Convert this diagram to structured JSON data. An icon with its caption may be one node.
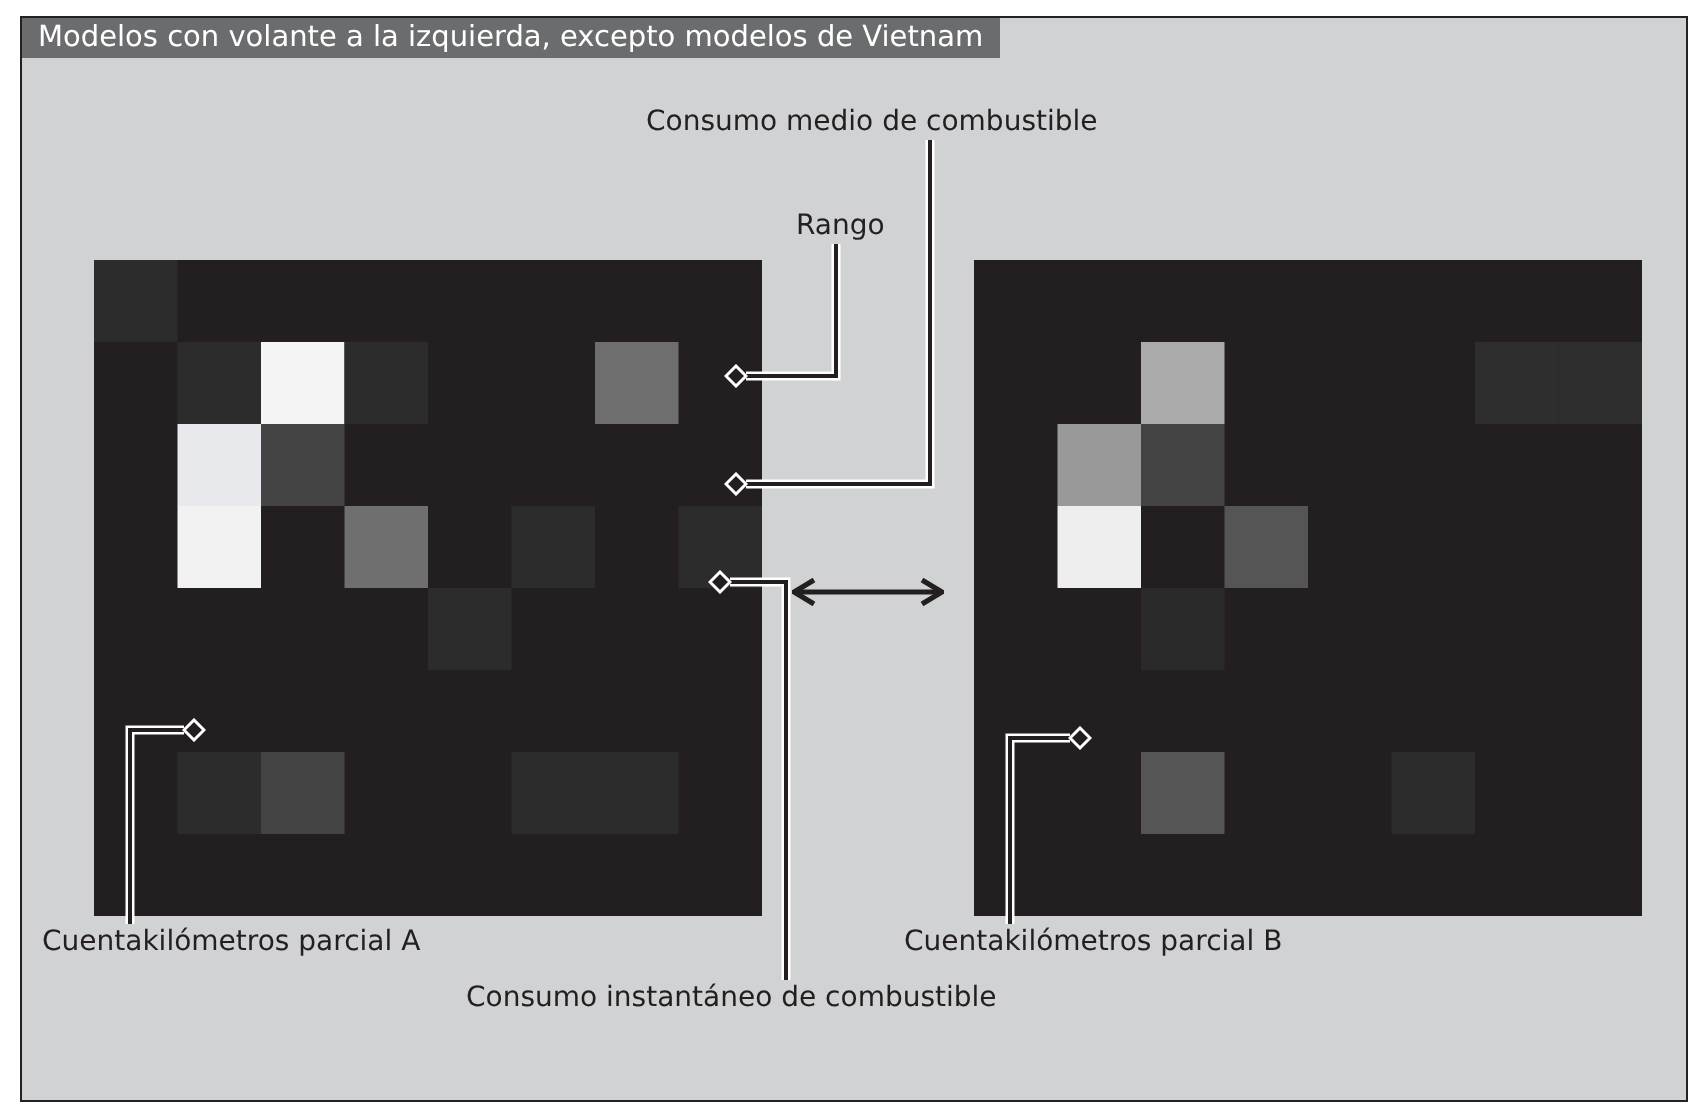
{
  "diagram": {
    "title": "Modelos con volante a la izquierda, excepto modelos de Vietnam",
    "nodes": [
      {
        "text": [
          "Consumo medio de combustible"
        ]
      },
      {
        "text": [
          "Rango"
        ]
      },
      {
        "text": [],
        "shape": "picture"
      },
      {
        "text": [],
        "shape": "picture"
      },
      {
        "text": [
          "Cuentakilómetros parcial A"
        ]
      },
      {
        "text": [
          "Cuentakilómetros parcial B"
        ]
      },
      {
        "text": [
          "Consumo instantáneo de combustible"
        ]
      }
    ],
    "edges": [
      {
        "from": 1,
        "to": 2,
        "arrow": "other"
      },
      {
        "from": 0,
        "to": 2,
        "arrow": "other"
      },
      {
        "from": 6,
        "to": 2,
        "arrow": "other"
      },
      {
        "from": 4,
        "to": 2,
        "arrow": "other"
      },
      {
        "from": 5,
        "to": 3,
        "arrow": "other"
      },
      {
        "from": 2,
        "to": 3,
        "arrow": "both",
        "color": "#231f20"
      }
    ]
  }
}
